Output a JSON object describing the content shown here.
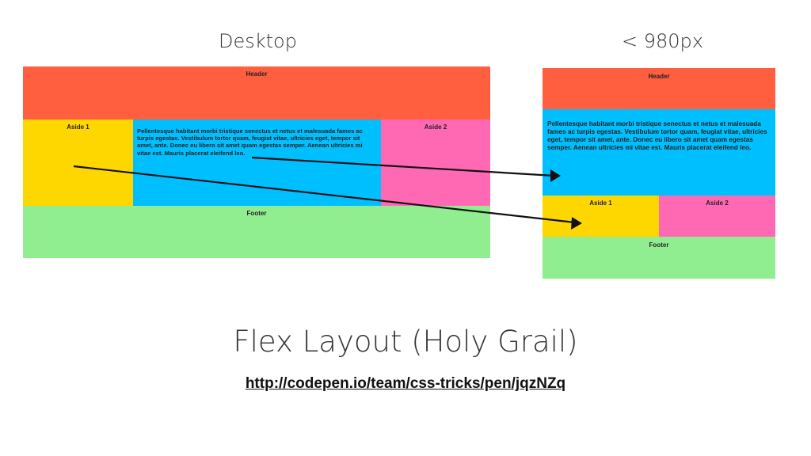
{
  "titles": {
    "desktop": "Desktop",
    "mobile": "< 980px"
  },
  "layout": {
    "header": "Header",
    "aside1": "Aside 1",
    "aside2": "Aside 2",
    "footer": "Footer",
    "main_text": "Pellentesque habitant morbi tristique senectus et netus et malesuada fames ac turpis egestas. Vestibulum tortor quam, feugiat vitae, ultricies eget, tempor sit amet, ante. Donec eu libero sit amet quam egestas semper. Aenean ultricies mi vitae est. Mauris placerat eleifend leo."
  },
  "colors": {
    "header": "#ff5f3f",
    "aside1": "#ffd700",
    "main": "#00bfff",
    "aside2": "#ff69b4",
    "footer": "#90ee90"
  },
  "caption": {
    "title": "Flex Layout (Holy Grail)",
    "link": "http://codepen.io/team/css-tricks/pen/jqzNZq"
  }
}
